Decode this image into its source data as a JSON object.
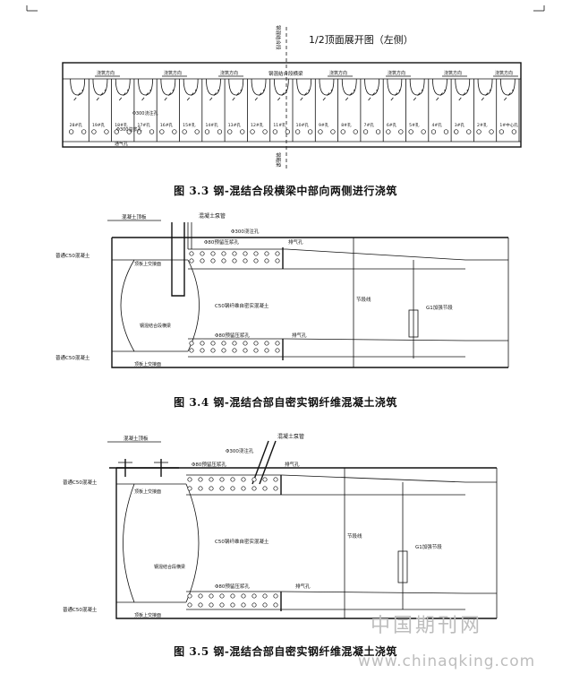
{
  "figure1": {
    "title": "1/2顶面展开图（左侧）",
    "top_vertical_label": "钢混结合段",
    "bottom_vertical_label": "钢箱梁",
    "direction_label": "浇筑方向",
    "center_label": "钢混结合段横梁",
    "hole_labels": [
      "28#孔",
      "19#孔",
      "18#孔",
      "17#孔",
      "16#孔",
      "15#孔",
      "14#孔",
      "13#孔",
      "12#孔",
      "11#孔",
      "10#孔",
      "9#孔",
      "8#孔",
      "7#孔",
      "6#孔",
      "5#孔",
      "4#孔",
      "3#孔",
      "2#孔",
      "1#中心孔"
    ],
    "side_label_1": "Φ300浇注孔",
    "side_label_2": "Φ300溢浆孔",
    "side_label_3": "通气孔",
    "caption": "图  3.3    钢-混结合段横梁中部向两侧进行浇筑"
  },
  "figure2": {
    "label_roof": "混凝土顶板",
    "label_pump": "混凝土泵管",
    "label_normal_top": "普通C50混凝土",
    "label_normal_bottom": "普通C50混凝土",
    "label_top_flange": "顶板上交接面",
    "label_bottom_flange": "顶板上交接面",
    "label_pour_hole": "Φ300浇注孔",
    "label_top_holes": "Φ80预留压浆孔",
    "label_bottom_holes": "Φ80预留压浆孔",
    "label_vent_top": "排气孔",
    "label_vent_bottom": "排气孔",
    "label_core": "C50钢纤维自密实混凝土",
    "label_left_body": "钢混结合段横梁",
    "label_section": "节段线",
    "label_segment": "G1加强节段",
    "caption": "图      3.4    钢-混结合部自密实钢纤维混凝土浇筑"
  },
  "figure3": {
    "label_roof": "混凝土顶板",
    "label_pump": "混凝土泵管",
    "label_normal_top": "普通C50混凝土",
    "label_normal_bottom": "普通C50混凝土",
    "label_top_flange": "顶板上交接面",
    "label_bottom_flange": "顶板上交接面",
    "label_pour_hole": "Φ300浇注孔",
    "label_top_holes": "Φ80预留压浆孔",
    "label_bottom_holes": "Φ80预留压浆孔",
    "label_vent_top": "排气孔",
    "label_vent_bottom": "排气孔",
    "label_core": "C50钢纤维自密实混凝土",
    "label_left_body": "钢混结合段横梁",
    "label_section": "节段线",
    "label_segment": "G1加强节段",
    "caption": "图      3.5    钢-混结合部自密实钢纤维混凝土浇筑"
  },
  "watermark": {
    "text_cn": "中国期刊网",
    "text_url": "www.chinaqking.com"
  }
}
